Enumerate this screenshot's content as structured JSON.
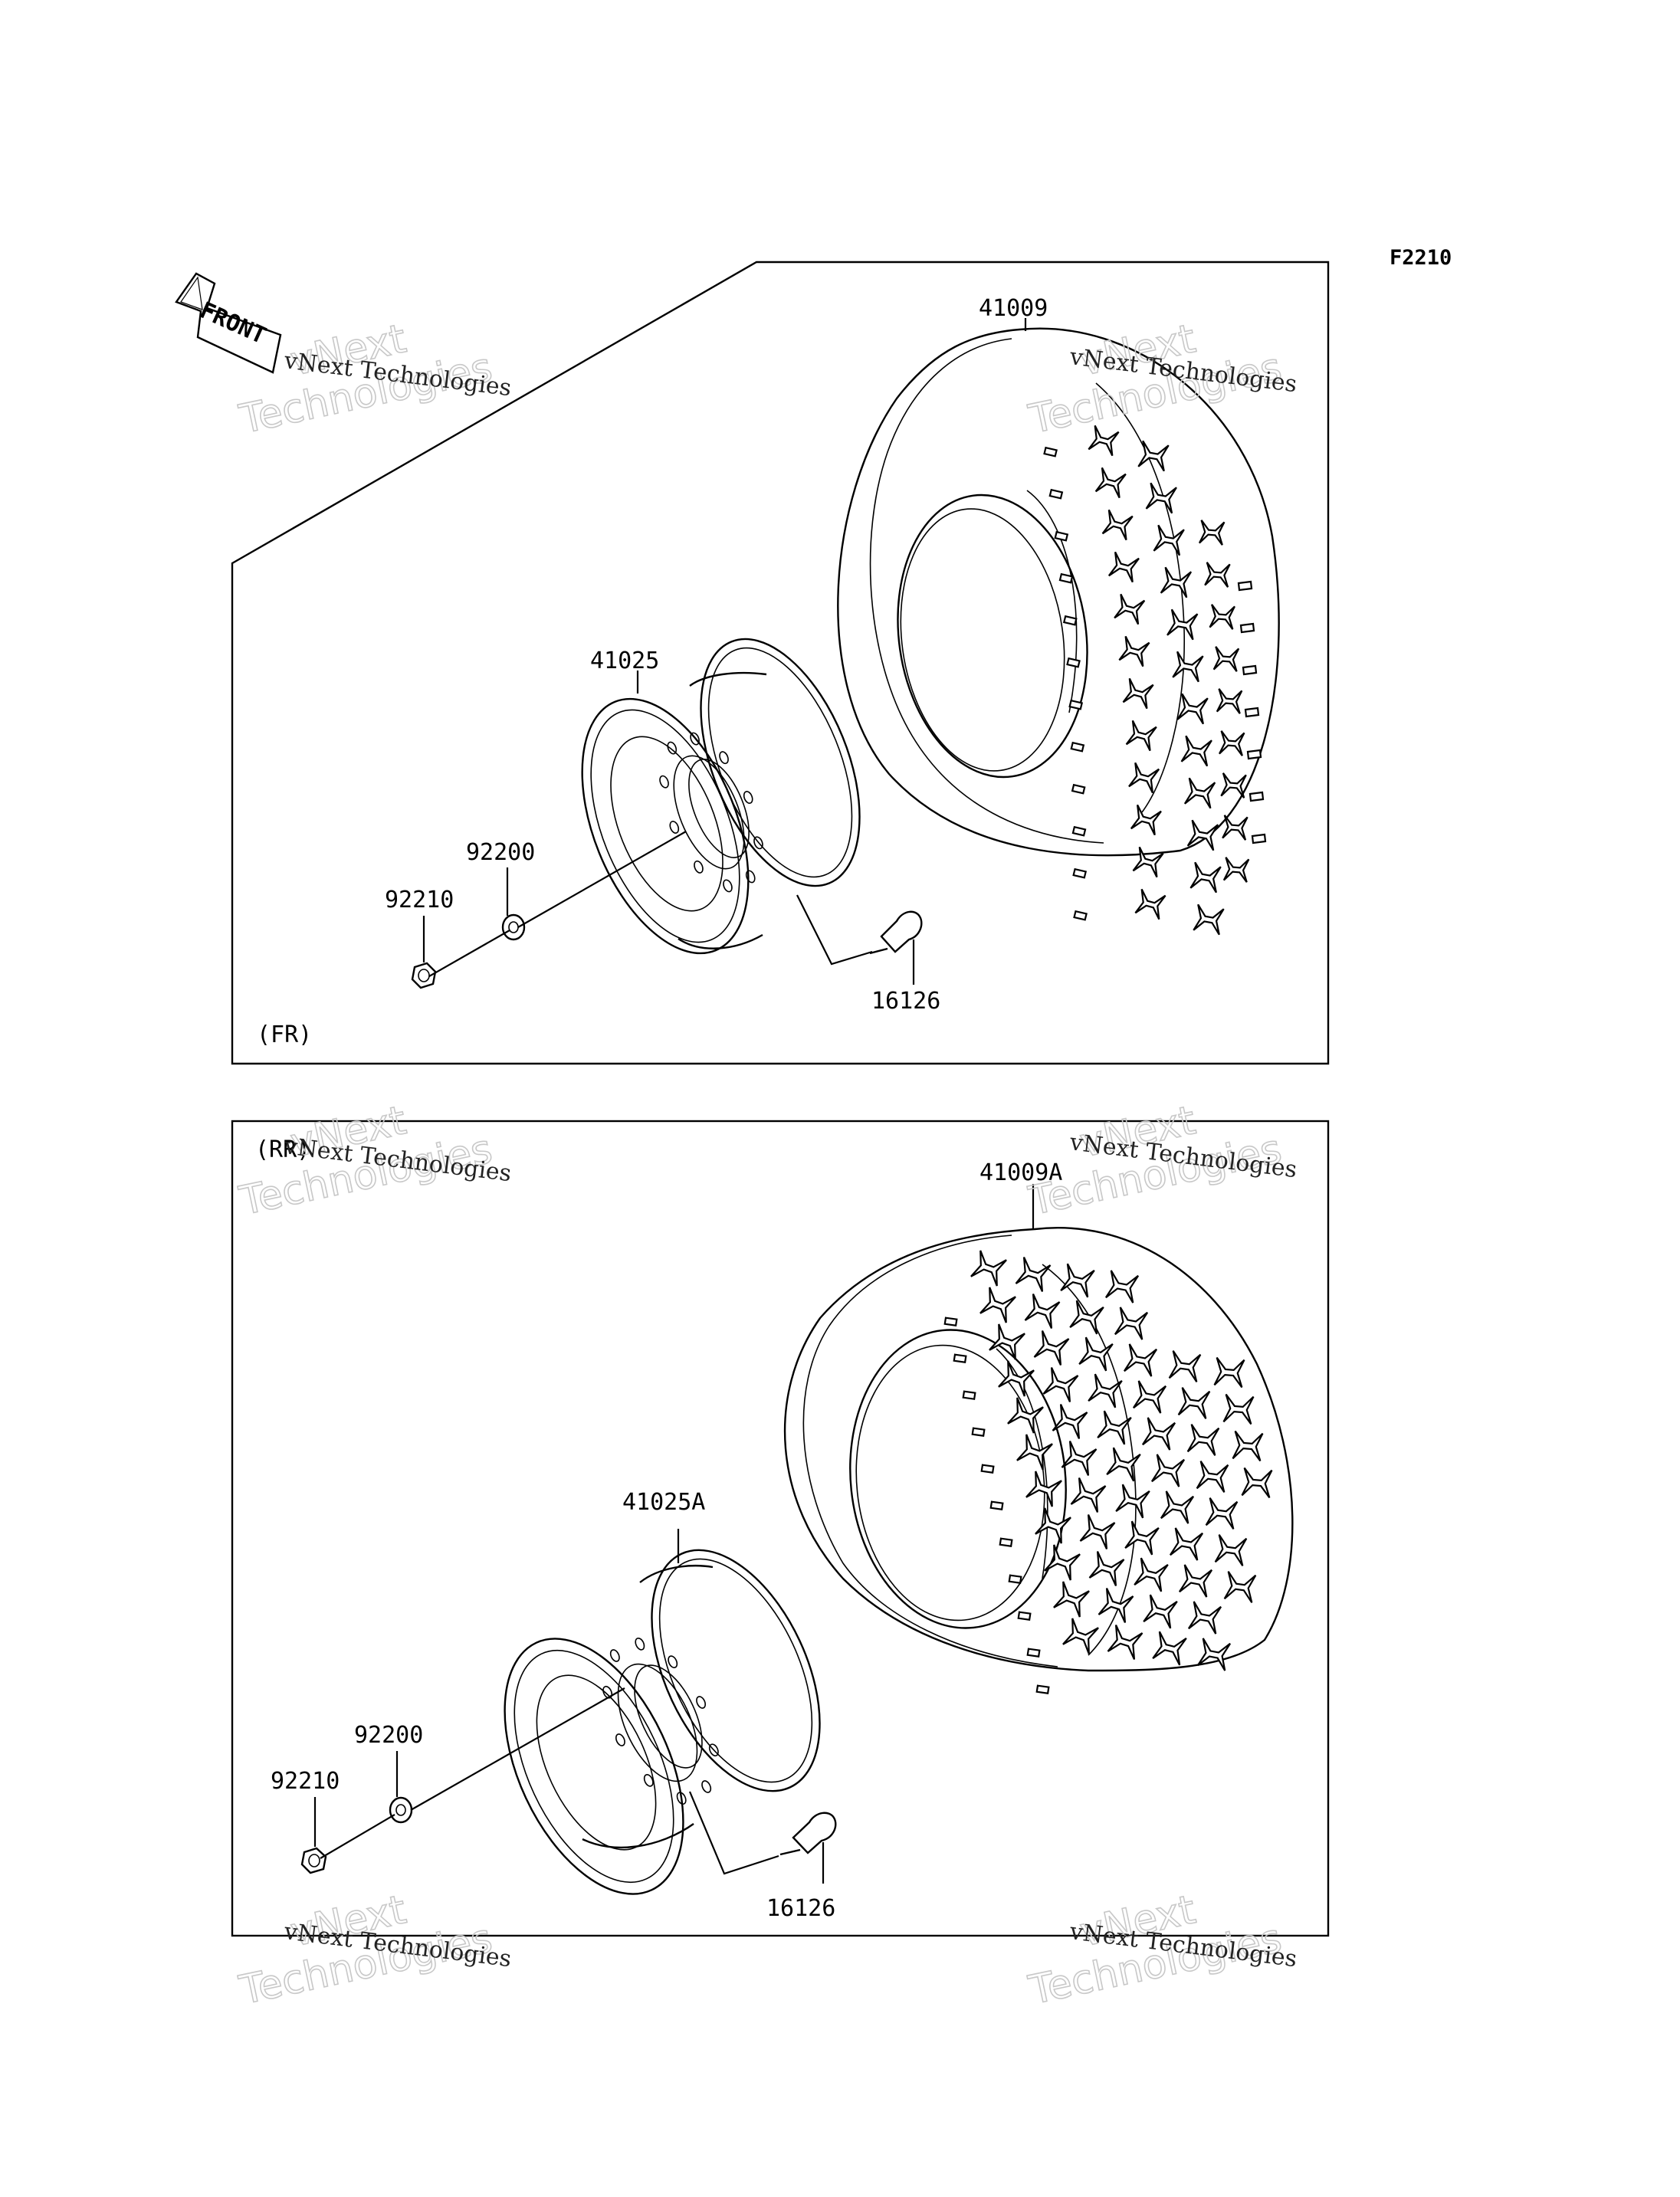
{
  "diagram_ref": "F2210",
  "front_label": "FRONT",
  "watermark": {
    "line1": "vNext",
    "line2": "Technologies",
    "caption": "vNext Technologies"
  },
  "front_section": {
    "label": "(FR)",
    "parts": {
      "tire": "41009",
      "wheel": "41025",
      "washer": "92200",
      "nut": "92210",
      "valve": "16126"
    }
  },
  "rear_section": {
    "label": "(RR)",
    "parts": {
      "tire": "41009A",
      "wheel": "41025A",
      "washer": "92200",
      "nut": "92210",
      "valve": "16126"
    }
  }
}
